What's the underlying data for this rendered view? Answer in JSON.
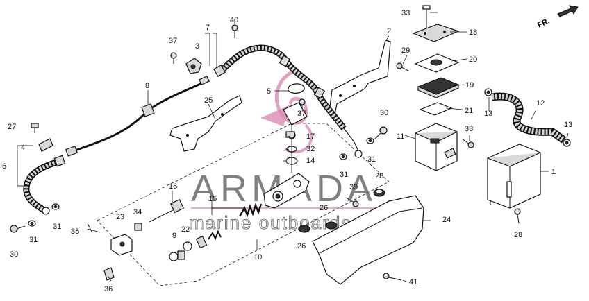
{
  "watermark": {
    "brand": "ARMADA",
    "tagline": "marine outboards"
  },
  "direction_marker": "FR.",
  "callouts": [
    {
      "id": "c33",
      "text": "33"
    },
    {
      "id": "c18",
      "text": "18"
    },
    {
      "id": "c20",
      "text": "20"
    },
    {
      "id": "c19",
      "text": "19"
    },
    {
      "id": "c21",
      "text": "21"
    },
    {
      "id": "c13a",
      "text": "13"
    },
    {
      "id": "c13b",
      "text": "13"
    },
    {
      "id": "c12",
      "text": "12"
    },
    {
      "id": "c38",
      "text": "38"
    },
    {
      "id": "c11",
      "text": "11"
    },
    {
      "id": "c1",
      "text": "1"
    },
    {
      "id": "c2",
      "text": "2"
    },
    {
      "id": "c29",
      "text": "29"
    },
    {
      "id": "c40",
      "text": "40"
    },
    {
      "id": "c7",
      "text": "7"
    },
    {
      "id": "c37a",
      "text": "37"
    },
    {
      "id": "c3",
      "text": "3"
    },
    {
      "id": "c8",
      "text": "8"
    },
    {
      "id": "c5",
      "text": "5"
    },
    {
      "id": "c37b",
      "text": "37"
    },
    {
      "id": "c25",
      "text": "25"
    },
    {
      "id": "c17",
      "text": "17"
    },
    {
      "id": "c32",
      "text": "32"
    },
    {
      "id": "c14",
      "text": "14"
    },
    {
      "id": "c30a",
      "text": "30"
    },
    {
      "id": "c31a",
      "text": "31"
    },
    {
      "id": "c27",
      "text": "27"
    },
    {
      "id": "c4",
      "text": "4"
    },
    {
      "id": "c6",
      "text": "6"
    },
    {
      "id": "c31b",
      "text": "31"
    },
    {
      "id": "c39",
      "text": "39"
    },
    {
      "id": "c28a",
      "text": "28"
    },
    {
      "id": "c28b",
      "text": "28"
    },
    {
      "id": "c16",
      "text": "16"
    },
    {
      "id": "c15",
      "text": "15"
    },
    {
      "id": "c34",
      "text": "34"
    },
    {
      "id": "c23",
      "text": "23"
    },
    {
      "id": "c35",
      "text": "35"
    },
    {
      "id": "c9",
      "text": "9"
    },
    {
      "id": "c22",
      "text": "22"
    },
    {
      "id": "c10",
      "text": "10"
    },
    {
      "id": "c26a",
      "text": "26"
    },
    {
      "id": "c26b",
      "text": "26"
    },
    {
      "id": "c24",
      "text": "24"
    },
    {
      "id": "c31c",
      "text": "31"
    },
    {
      "id": "c31d",
      "text": "31"
    },
    {
      "id": "c30b",
      "text": "30"
    },
    {
      "id": "c36",
      "text": "36"
    },
    {
      "id": "c41",
      "text": "41"
    }
  ]
}
